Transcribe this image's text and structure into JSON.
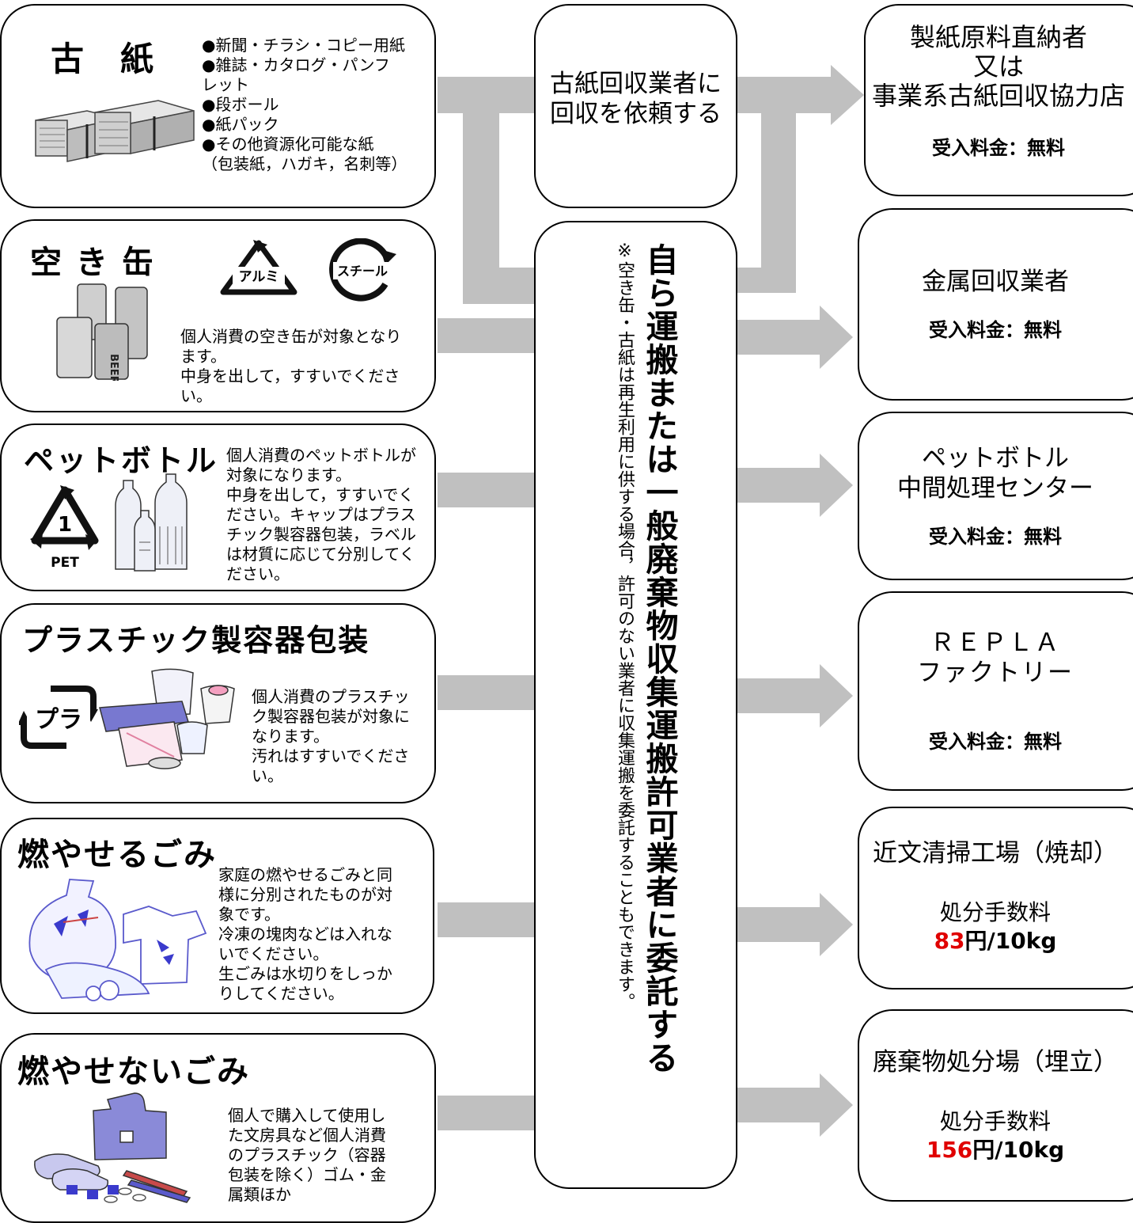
{
  "categories": {
    "paper": {
      "title": "古　紙",
      "lines": [
        "●新聞・チラシ・コピー用紙",
        "●雑誌・カタログ・パンフ",
        "レット",
        "●段ボール",
        "●紙パック",
        "●その他資源化可能な紙",
        "（包装紙，ハガキ，名刺等）"
      ]
    },
    "cans": {
      "title": "空 き 缶",
      "badge_alu": "アルミ",
      "badge_steel": "スチール",
      "lines": [
        "個人消費の空き缶が対象となり",
        "ます。",
        "中身を出して，すすいでくださ",
        "い。"
      ]
    },
    "pet": {
      "title": "ペットボトル",
      "badge_num": "1",
      "badge_label": "PET",
      "lines": [
        "個人消費のペットボトルが",
        "対象になります。",
        "中身を出して，すすいでく",
        "ださい。キャップはプラス",
        "チック製容器包装，ラベル",
        "は材質に応じて分別してく",
        "ださい。"
      ]
    },
    "plastic": {
      "title": "プラスチック製容器包装",
      "badge_label": "プラ",
      "lines": [
        "個人消費のプラスチッ",
        "ク製容器包装が対象に",
        "なります。",
        "汚れはすすいでくださ",
        "い。"
      ]
    },
    "burnable": {
      "title": "燃やせるごみ",
      "lines": [
        "家庭の燃やせるごみと同",
        "様に分別されたものが対",
        "象です。",
        "冷凍の塊肉などは入れな",
        "いでください。",
        "生ごみは水切りをしっか",
        "りしてください。"
      ]
    },
    "nonburnable": {
      "title": "燃やせないごみ",
      "lines": [
        "個人で購入して使用し",
        "た文房具など個人消費",
        "のプラスチック（容器",
        "包装を除く）ゴム・金",
        "属類ほか"
      ]
    }
  },
  "middle": {
    "paper_collector": [
      "古紙回収業者に",
      "回収を依頼する"
    ],
    "self_transport": "自ら運搬または一般廃棄物収集運搬許可業者に委託する",
    "note": "※空き缶・古紙は再生利用に供する場合，許可のない業者に収集運搬を委託することもできます。"
  },
  "destinations": {
    "paper": {
      "name": [
        "製紙原料直納者",
        "又は",
        "事業系古紙回収協力店"
      ],
      "fee": "受入料金：無料"
    },
    "metal": {
      "name": [
        "金属回収業者"
      ],
      "fee": "受入料金：無料"
    },
    "pet": {
      "name": [
        "ペットボトル",
        "中間処理センター"
      ],
      "fee": "受入料金：無料"
    },
    "repla": {
      "name": [
        "ＲＥＰＬＡ",
        "ファクトリー"
      ],
      "fee": "受入料金：無料"
    },
    "incinerator": {
      "name": [
        "近文清掃工場（焼却）"
      ],
      "fee_label": "処分手数料",
      "fee_amount": "83",
      "fee_unit": "円/10kg"
    },
    "landfill": {
      "name": [
        "廃棄物処分場（埋立）"
      ],
      "fee_label": "処分手数料",
      "fee_amount": "156",
      "fee_unit": "円/10kg"
    }
  },
  "colors": {
    "arrow": "#c0c0c0",
    "accent_red": "#e00000",
    "border": "#000000"
  }
}
